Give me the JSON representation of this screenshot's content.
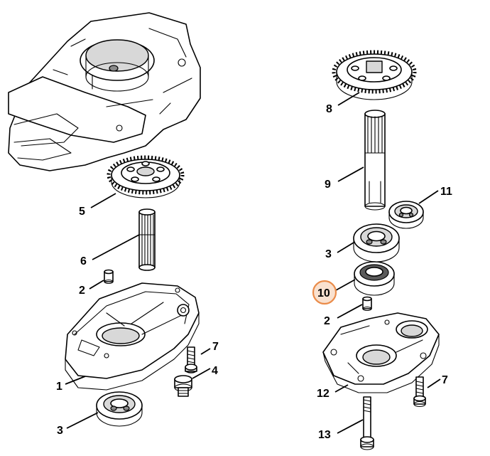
{
  "callouts": [
    {
      "id": "c8",
      "label": "8"
    },
    {
      "id": "c9",
      "label": "9"
    },
    {
      "id": "c11",
      "label": "11"
    },
    {
      "id": "c5",
      "label": "5"
    },
    {
      "id": "c6",
      "label": "6"
    },
    {
      "id": "c3r",
      "label": "3"
    },
    {
      "id": "c10",
      "label": "10",
      "highlighted": true
    },
    {
      "id": "c2l",
      "label": "2"
    },
    {
      "id": "c2r",
      "label": "2"
    },
    {
      "id": "c7l",
      "label": "7"
    },
    {
      "id": "c4",
      "label": "4"
    },
    {
      "id": "c1",
      "label": "1"
    },
    {
      "id": "c12",
      "label": "12"
    },
    {
      "id": "c7r",
      "label": "7"
    },
    {
      "id": "c3l",
      "label": "3"
    },
    {
      "id": "c13",
      "label": "13"
    }
  ],
  "colors": {
    "line": "#000000",
    "highlight_fill": "#f9e1cf",
    "highlight_stroke": "#ea8c4a"
  }
}
